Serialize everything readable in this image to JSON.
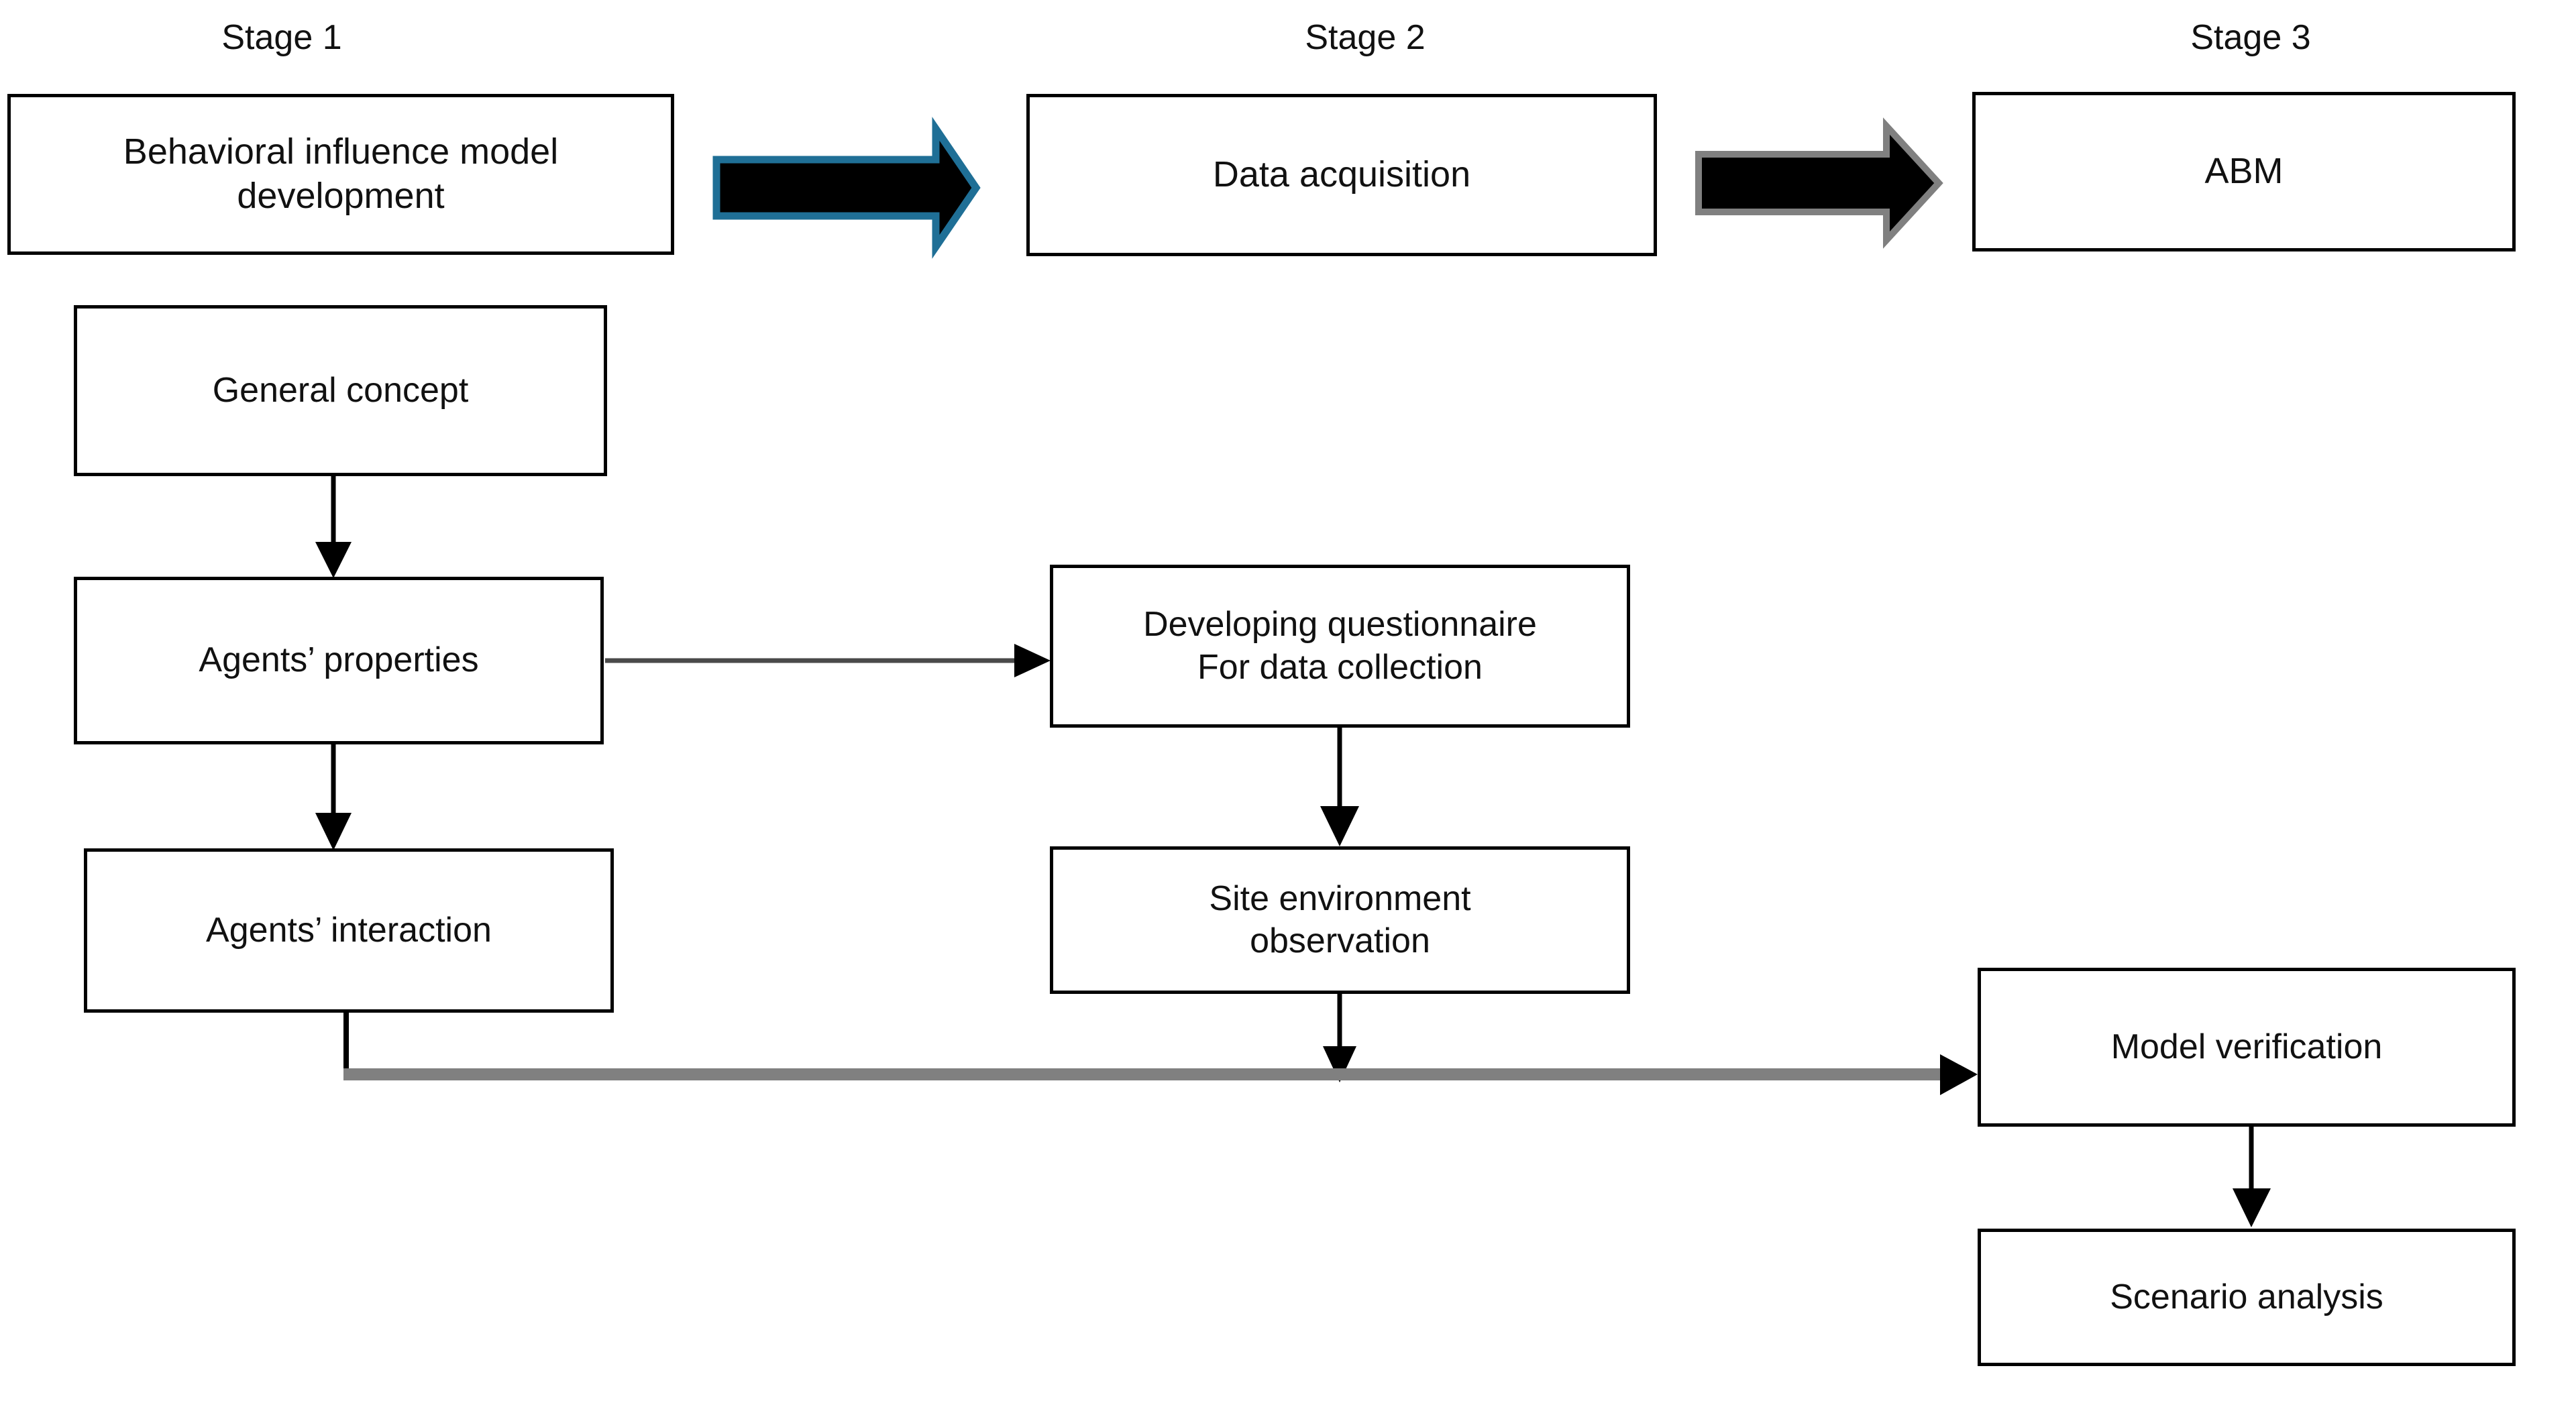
{
  "diagram": {
    "title_present": false,
    "background": "#ffffff",
    "stroke_color": "#000000",
    "accent_arrow_outline": "#1F6F96",
    "gray_arrow_outline": "#808080",
    "gray_connector": "#808080"
  },
  "stages": [
    {
      "id": "stage-1",
      "label": "Stage 1"
    },
    {
      "id": "stage-2",
      "label": "Stage 2"
    },
    {
      "id": "stage-3",
      "label": "Stage 3"
    }
  ],
  "nodes": {
    "behavioral_model": "Behavioral influence model\ndevelopment",
    "data_acquisition": "Data acquisition",
    "abm": "ABM",
    "general_concept": "General concept",
    "agents_properties": "Agents’ properties",
    "agents_interaction": "Agents’ interaction",
    "developing_questionnaire": "Developing questionnaire\nFor data collection",
    "site_observation": "Site environment\nobservation",
    "model_verification": "Model verification",
    "scenario_analysis": "Scenario analysis"
  },
  "connectors": [
    {
      "id": "block-arrow-1",
      "from": "behavioral_model",
      "to": "data_acquisition",
      "style": "block-arrow",
      "outline": "#1F6F96"
    },
    {
      "id": "block-arrow-2",
      "from": "data_acquisition",
      "to": "abm",
      "style": "block-arrow",
      "outline": "#808080"
    },
    {
      "id": "arrow-concept-properties",
      "from": "general_concept",
      "to": "agents_properties",
      "style": "thin-arrow",
      "direction": "down"
    },
    {
      "id": "arrow-properties-interaction",
      "from": "agents_properties",
      "to": "agents_interaction",
      "style": "thin-arrow",
      "direction": "down"
    },
    {
      "id": "arrow-properties-questionnaire",
      "from": "agents_properties",
      "to": "developing_questionnaire",
      "style": "thin-arrow",
      "direction": "right"
    },
    {
      "id": "arrow-questionnaire-site",
      "from": "developing_questionnaire",
      "to": "site_observation",
      "style": "thin-arrow",
      "direction": "down"
    },
    {
      "id": "arrow-site-bus",
      "from": "site_observation",
      "to": "gray-bus",
      "style": "thin-arrow",
      "direction": "down"
    },
    {
      "id": "gray-bus",
      "from": "agents_interaction",
      "to": "model_verification",
      "style": "gray-elbow-arrow",
      "direction": "right"
    },
    {
      "id": "arrow-verification-scenario",
      "from": "model_verification",
      "to": "scenario_analysis",
      "style": "thin-arrow",
      "direction": "down"
    }
  ]
}
